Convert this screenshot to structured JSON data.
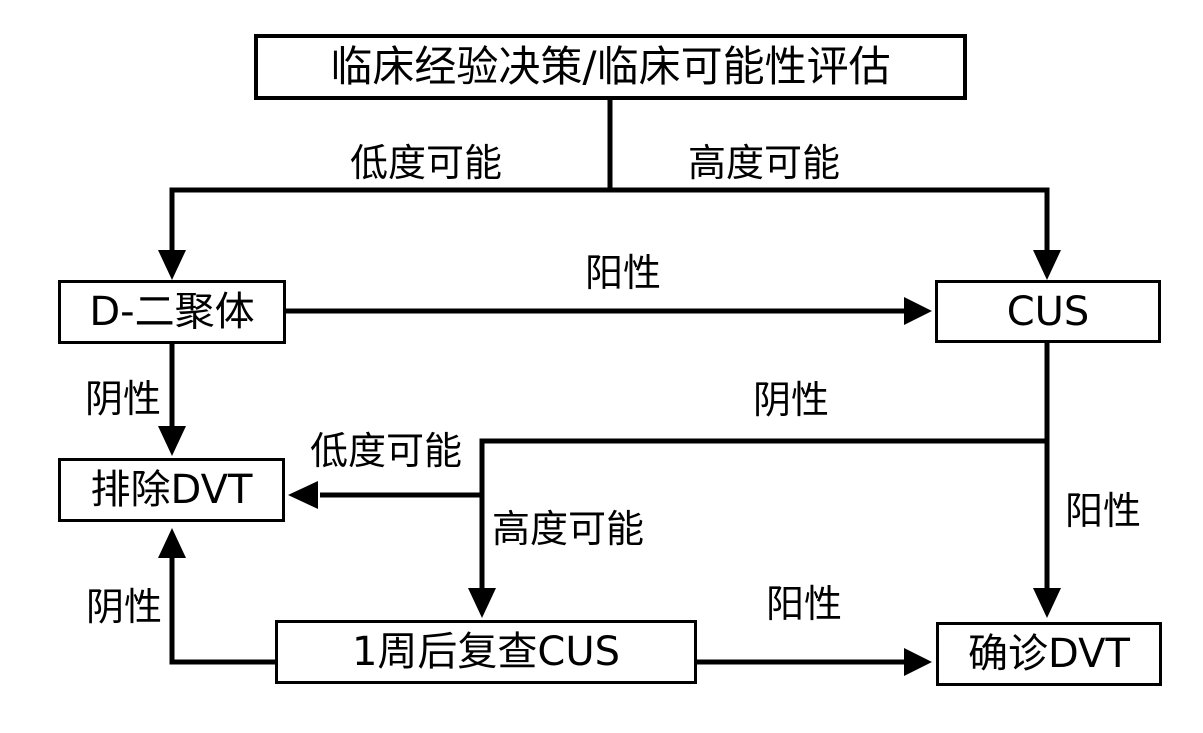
{
  "diagram": {
    "type": "flowchart",
    "background_color": "#ffffff",
    "line_color": "#000000",
    "box_fill_color": "#ffffff",
    "box_border_color": "#000000",
    "text_color": "#000000",
    "nodes": {
      "assessment": {
        "label": "临床经验决策/临床可能性评估"
      },
      "d_dimer": {
        "label": "D-二聚体"
      },
      "cus": {
        "label": "CUS"
      },
      "exclude_dvt": {
        "label": "排除DVT"
      },
      "recheck_cus": {
        "label": "1周后复查CUS"
      },
      "confirm_dvt": {
        "label": "确诊DVT"
      }
    },
    "edge_labels": {
      "low_probability_top": "低度可能",
      "high_probability_top": "高度可能",
      "positive_ddimer_to_cus": "阳性",
      "negative_ddimer_to_exclude": "阴性",
      "negative_cus_branch": "阴性",
      "positive_cus_to_confirm": "阳性",
      "low_probability_mid": "低度可能",
      "high_probability_mid": "高度可能",
      "negative_recheck_to_exclude": "阴性",
      "positive_recheck_to_confirm": "阳性"
    }
  }
}
